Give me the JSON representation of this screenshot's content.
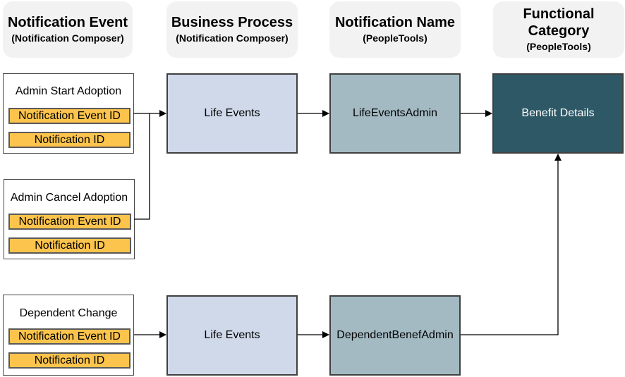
{
  "headers": {
    "notification_event": {
      "title": "Notification Event",
      "subtitle": "(Notification Composer)"
    },
    "business_process": {
      "title": "Business Process",
      "subtitle": "(Notification Composer)"
    },
    "notification_name": {
      "title": "Notification Name",
      "subtitle": "(PeopleTools)"
    },
    "functional_category": {
      "title": "Functional Category",
      "subtitle": "(PeopleTools)"
    }
  },
  "events": [
    {
      "title": "Admin Start Adoption",
      "field1": "Notification Event ID",
      "field2": "Notification ID"
    },
    {
      "title": "Admin Cancel Adoption",
      "field1": "Notification Event ID",
      "field2": "Notification ID"
    },
    {
      "title": "Dependent Change",
      "field1": "Notification Event ID",
      "field2": "Notification ID"
    }
  ],
  "business_processes": [
    {
      "label": "Life Events"
    },
    {
      "label": "Life Events"
    }
  ],
  "notification_names": [
    {
      "label": "LifeEventsAdmin"
    },
    {
      "label": "DependentBenefAdmin"
    }
  ],
  "functional_category": {
    "label": "Benefit Details"
  },
  "colors": {
    "header_bg": "#f2f2f2",
    "field_fill": "#fcc44c",
    "business_process_fill": "#cfd9ea",
    "notification_name_fill": "#a3bac3",
    "functional_category_fill": "#2e5866"
  }
}
